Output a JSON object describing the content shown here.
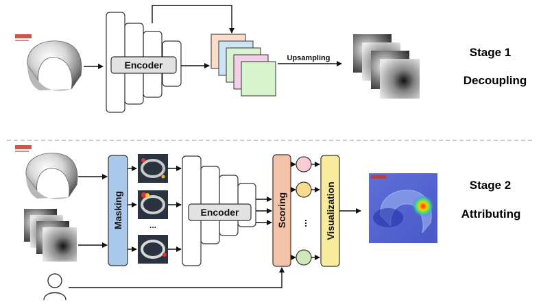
{
  "stage1": {
    "title": "Stage 1",
    "subtitle": "Decoupling",
    "encoder_label": "Encoder",
    "upsampling_label": "Upsampling",
    "feature_map_colors": [
      "#f9ddc8",
      "#cde3f6",
      "#d9f2d2",
      "#f4cfe8",
      "#d7f4cd"
    ]
  },
  "stage2": {
    "title": "Stage 2",
    "subtitle": "Attributing",
    "masking_label": "Masking",
    "encoder_label": "Encoder",
    "scoring_label": "Scoring",
    "visualization_label": "Visualization",
    "ellipsis": "...",
    "circle_colors": [
      "#f6cdd3",
      "#f7dc8e",
      "#cfe8b8",
      "#cfe8b8"
    ],
    "masking_color": "#a9c8ea",
    "scoring_color": "#f3c2a9",
    "visualization_color": "#f8ec9c"
  },
  "icons": [
    "bracelet-image",
    "feature-maps-stack",
    "user-icon",
    "heatmap-image",
    "logo-stamp"
  ]
}
